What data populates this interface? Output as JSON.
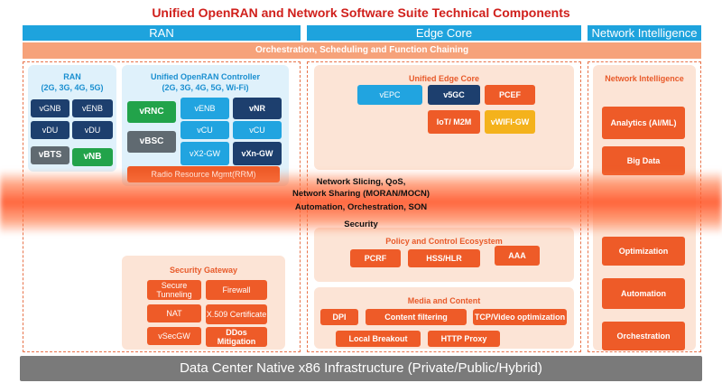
{
  "title": "Unified OpenRAN and Network Software Suite Technical Components",
  "column_headers": {
    "ran": "RAN",
    "edge_core": "Edge Core",
    "network_intelligence": "Network Intelligence"
  },
  "orchestration_bar": "Orchestration, Scheduling and Function Chaining",
  "ran_panel": {
    "title_line1": "RAN",
    "title_line2": "(2G, 3G, 4G, 5G)",
    "items": [
      "vGNB",
      "vENB",
      "vDU",
      "vDU",
      "vBTS",
      "vNB"
    ]
  },
  "controller_panel": {
    "title_line1": "Unified OpenRAN Controller",
    "title_line2": "(2G, 3G, 4G, 5G, Wi-Fi)",
    "vrnc": "vRNC",
    "vbsc": "vBSC",
    "venb": "vENB",
    "vnr": "vNR",
    "vcu_a": "vCU",
    "vcu_b": "vCU",
    "vx2gw": "vX2-GW",
    "vxngw": "vXn-GW",
    "rrm": "Radio Resource Mgmt(RRM)"
  },
  "band": {
    "line1": "Network Slicing, QoS,",
    "line2": "Network Sharing (MORAN/MOCN)",
    "line3": "Automation, Orchestration, SON",
    "line4": "Security"
  },
  "security_gateway": {
    "title": "Security Gateway",
    "items": [
      "Secure Tunneling",
      "Firewall",
      "NAT",
      "X.509 Certificate",
      "vSecGW",
      "DDos Mitigation"
    ]
  },
  "edge_core": {
    "title": "Unified Edge Core",
    "vepc": "vEPC",
    "v5gc": "v5GC",
    "pcef": "PCEF",
    "iot": "IoT/ M2M",
    "vwifi": "vWIFI-GW"
  },
  "policy": {
    "title": "Policy and Control Ecosystem",
    "items": [
      "PCRF",
      "HSS/HLR",
      "AAA"
    ]
  },
  "media": {
    "title": "Media and Content",
    "items": [
      "DPI",
      "Content filtering",
      "TCP/Video optimization",
      "Local Breakout",
      "HTTP Proxy"
    ]
  },
  "network_intelligence": {
    "title": "Network Intelligence",
    "items": [
      "Analytics (AI/ML)",
      "Big Data",
      "Optimization",
      "Automation",
      "Orchestration"
    ]
  },
  "infrastructure": "Data Center Native x86 Infrastructure (Private/Public/Hybrid)"
}
